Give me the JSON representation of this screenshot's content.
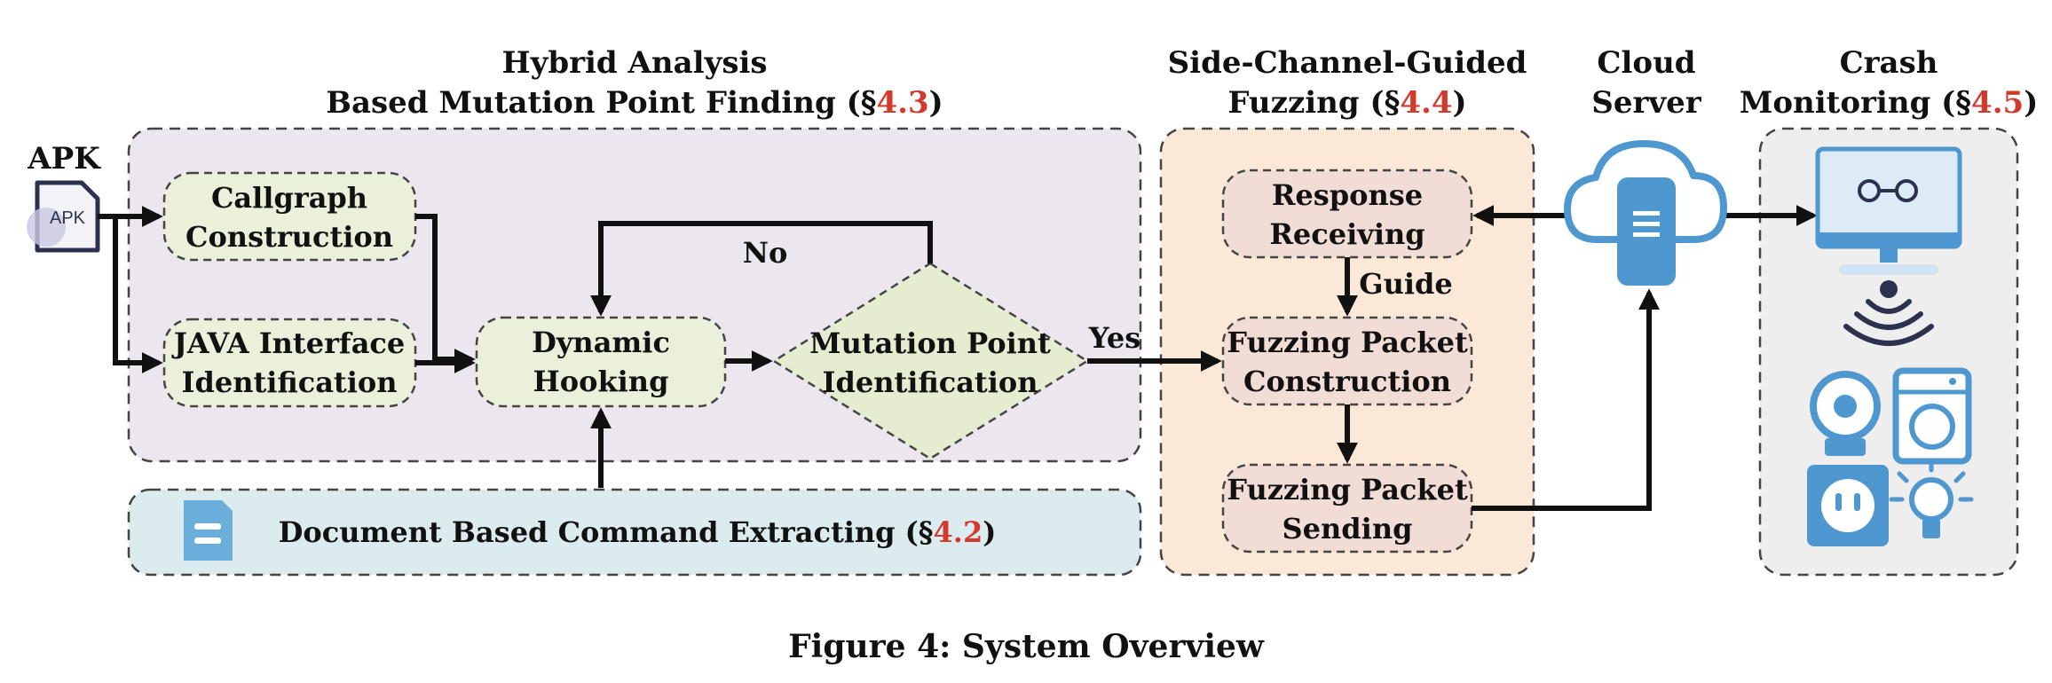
{
  "sections": {
    "hybrid": {
      "line1": "Hybrid Analysis",
      "line2_pre": "Based Mutation Point Finding (§",
      "ref": "4.3",
      "line2_post": ")"
    },
    "fuzz": {
      "line1": "Side-Channel-Guided",
      "line2_pre": "Fuzzing (§",
      "ref": "4.4",
      "line2_post": ")"
    },
    "cloud": {
      "line1": "Cloud",
      "line2": "Server"
    },
    "crash": {
      "line1": "Crash",
      "line2_pre": "Monitoring (§",
      "ref": "4.5",
      "line2_post": ")"
    }
  },
  "apk": {
    "label": "APK",
    "icon_text": "APK"
  },
  "nodes": {
    "callgraph": {
      "line1": "Callgraph",
      "line2": "Construction"
    },
    "java": {
      "line1": "JAVA Interface",
      "line2": "Identification"
    },
    "dynamic": {
      "line1": "Dynamic",
      "line2": "Hooking"
    },
    "mutation": {
      "line1": "Mutation Point",
      "line2": "Identification"
    },
    "response": {
      "line1": "Response",
      "line2": "Receiving"
    },
    "construct": {
      "line1": "Fuzzing Packet",
      "line2": "Construction"
    },
    "sending": {
      "line1": "Fuzzing Packet",
      "line2": "Sending"
    }
  },
  "edge_labels": {
    "no": "No",
    "yes": "Yes",
    "guide": "Guide"
  },
  "document_bar": {
    "pre": "Document Based Command Extracting (§",
    "ref": "4.2",
    "post": ")"
  },
  "caption": "Figure 4: System Overview",
  "colors": {
    "hybrid_bg": "#ece7ef",
    "fuzz_bg": "#fbe8d6",
    "crash_bg": "#eeeeee",
    "doc_bg": "#dcebee",
    "green_node": "#eaf0da",
    "pink_node": "#f1dcd6",
    "icon_blue": "#4f97cf",
    "ref_red": "#d33a2c"
  }
}
